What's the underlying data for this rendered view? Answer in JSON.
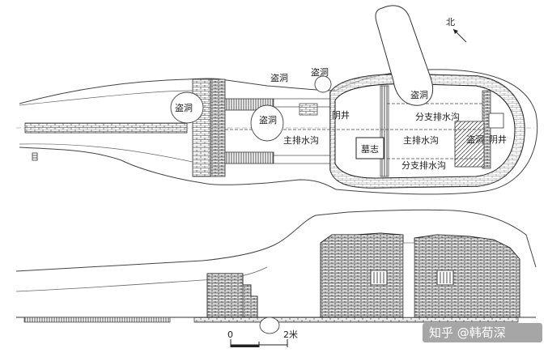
{
  "plan": {
    "north": "北",
    "labels": {
      "robber_hole_west": "盗洞",
      "robber_hole_mid": "盗洞",
      "robber_hole_top_left": "盗洞",
      "robber_hole_top_right": "盗洞",
      "robber_hole_chamber": "盗洞",
      "robber_hole_east": "盗洞",
      "seepage_well_mid": "阴井",
      "seepage_well_east": "阴井",
      "main_drain_corridor": "主排水沟",
      "main_drain_chamber": "主排水沟",
      "branch_drain_north": "分支排水沟",
      "branch_drain_south": "分支排水沟",
      "epitaph": "墓志"
    }
  },
  "scale_bar": {
    "zero": "0",
    "end": "2米"
  },
  "watermark": "知乎 @韩荀深"
}
